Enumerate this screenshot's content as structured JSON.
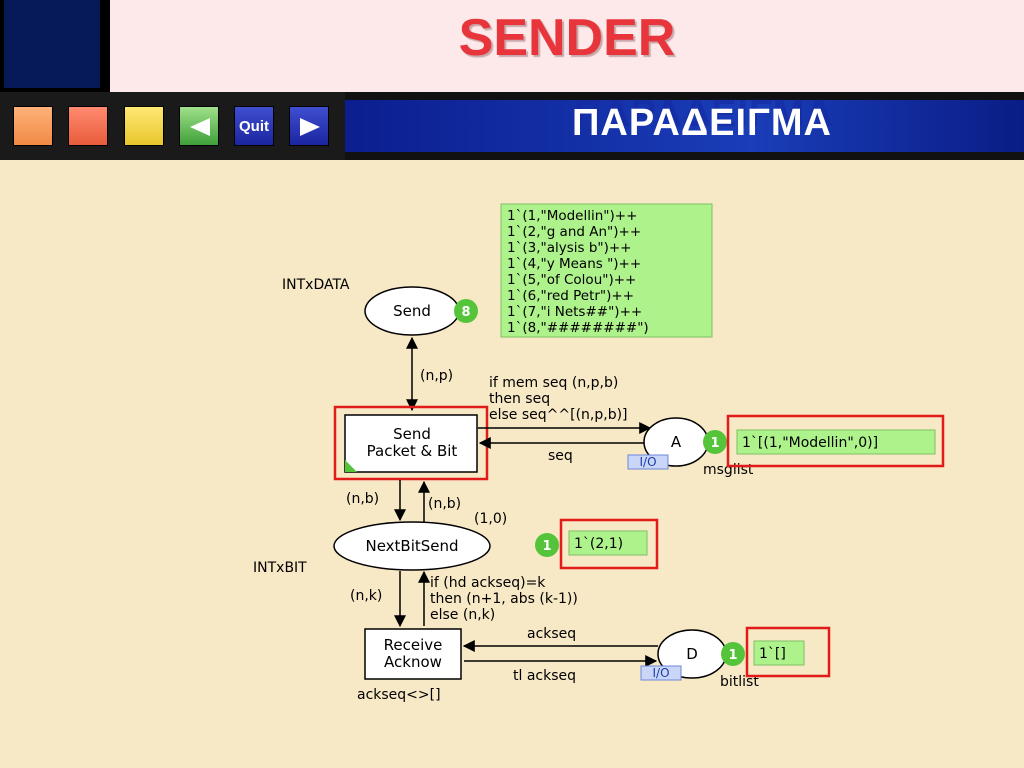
{
  "header": {
    "title": "SENDER",
    "subtitle": "ΠΑΡΑΔΕΙΓΜΑ"
  },
  "nav": {
    "quit_label": "Quit"
  },
  "diagram": {
    "places": {
      "send": {
        "label": "Send",
        "type": "INTxDATA",
        "token_count": "8"
      },
      "next_bit_send": {
        "label": "NextBitSend",
        "type": "INTxBIT",
        "marking": "1`(2,1)",
        "token_count": "1"
      },
      "a": {
        "label": "A",
        "io_tag": "I/O",
        "name": "msglist",
        "marking": "1`[(1,\"Modellin\",0)]",
        "token_count": "1"
      },
      "d": {
        "label": "D",
        "io_tag": "I/O",
        "name": "bitlist",
        "marking": "1`[]",
        "token_count": "1"
      }
    },
    "send_marking_lines": [
      "1`(1,\"Modellin\")++",
      "1`(2,\"g and An\")++",
      "1`(3,\"alysis b\")++",
      "1`(4,\"y Means \")++",
      "1`(5,\"of Colou\")++",
      "1`(6,\"red Petr\")++",
      "1`(7,\"i Nets##\")++",
      "1`(8,\"########\")"
    ],
    "transitions": {
      "send_packet": {
        "line1": "Send",
        "line2": "Packet & Bit"
      },
      "receive_ack": {
        "line1": "Receive",
        "line2": "Acknow",
        "guard": "ackseq<>[]"
      }
    },
    "arcs": {
      "send_np": "(n,p)",
      "seq_update_1": "if mem seq (n,p,b)",
      "seq_update_2": "then seq",
      "seq_update_3": "else seq^^[(n,p,b)]",
      "seq": "seq",
      "nb_down": "(n,b)",
      "nb_up": "(n,b)",
      "initial_10": "(1,0)",
      "nk": "(n,k)",
      "ack_update_1": "if (hd ackseq)=k",
      "ack_update_2": "then (n+1, abs (k-1))",
      "ack_update_3": "else (n,k)",
      "ackseq": "ackseq",
      "tl_ackseq": "tl ackseq"
    }
  },
  "colors": {
    "title": "#e8353b",
    "token": "#55c43a",
    "marking_bg": "#aef28c",
    "highlight": "#e11a1a",
    "io_tag": "#8fa6e6"
  }
}
